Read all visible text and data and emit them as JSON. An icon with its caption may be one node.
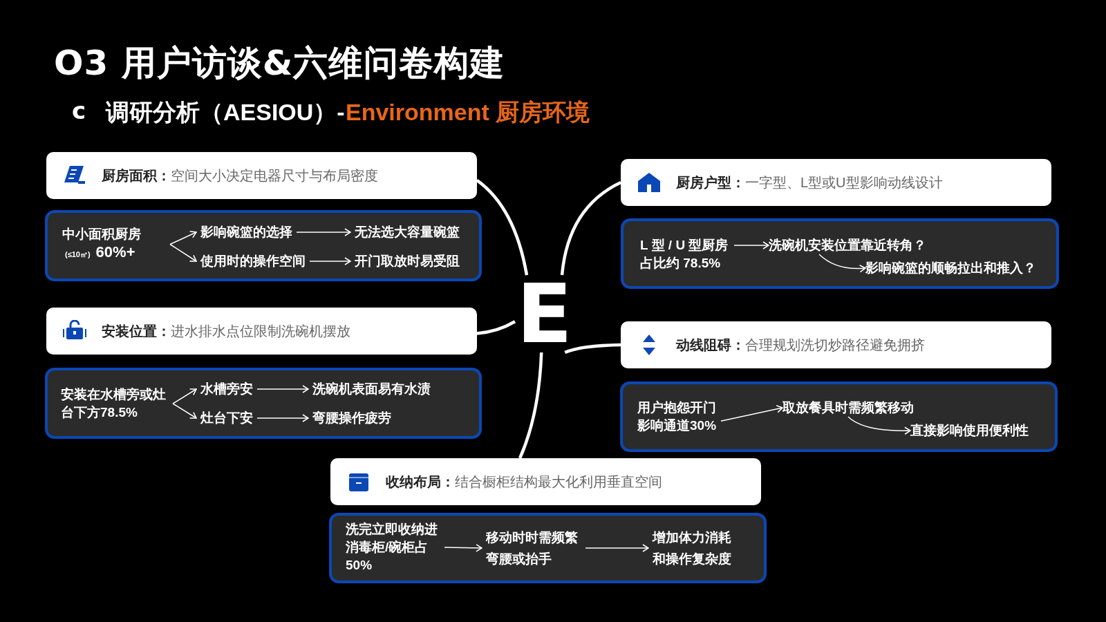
{
  "diagram": {
    "title": "O3 用户访谈&六维问卷构建",
    "labels": [
      "c",
      "调研分析（AESIOU）-",
      "Environment 厨房环境"
    ],
    "nodes": [
      {
        "text": [
          "E"
        ]
      },
      {
        "text": [
          "厨房面积：",
          "空间大小决定电器尺寸与布局密度"
        ]
      },
      {
        "text": [],
        "shape": "box"
      },
      {
        "text": [
          "中小面积厨房",
          "(≤10㎡)",
          "60%+"
        ],
        "in": 2
      },
      {
        "text": [
          "影响碗篮的选择"
        ],
        "in": 2
      },
      {
        "text": [
          "无法选大容量碗篮"
        ],
        "in": 2
      },
      {
        "text": [
          "使用时的操作空间"
        ],
        "in": 2
      },
      {
        "text": [
          "开门取放时易受阻"
        ],
        "in": 2
      },
      {
        "text": [
          "安装位置：",
          "进水排水点位限制洗碗机摆放"
        ]
      },
      {
        "text": [],
        "shape": "box"
      },
      {
        "text": [
          "安装在水槽旁或灶台下方78.5%"
        ],
        "in": 9
      },
      {
        "text": [
          "水槽旁安"
        ],
        "in": 9
      },
      {
        "text": [
          "洗碗机表面易有水渍"
        ],
        "in": 9
      },
      {
        "text": [
          "灶台下安"
        ],
        "in": 9
      },
      {
        "text": [
          "弯腰操作疲劳"
        ],
        "in": 9
      },
      {
        "text": [
          "厨房户型：",
          "一字型、L型或U型影响动线设计"
        ]
      },
      {
        "text": [],
        "shape": "box"
      },
      {
        "text": [
          "L 型 / U 型厨房占比约 78.5%"
        ],
        "in": 16
      },
      {
        "text": [
          "洗碗机安装位置靠近转角？"
        ],
        "in": 16
      },
      {
        "text": [
          "影响碗篮的顺畅拉出和推入？"
        ],
        "in": 16
      },
      {
        "text": [
          "动线阻碍：",
          "合理规划洗切炒路径避免拥挤"
        ]
      },
      {
        "text": [],
        "shape": "box"
      },
      {
        "text": [
          "用户抱怨开门影响通道30%"
        ],
        "in": 21
      },
      {
        "text": [
          "取放餐具时需频繁移动"
        ],
        "in": 21
      },
      {
        "text": [
          "直接影响使用便利性"
        ],
        "in": 21
      },
      {
        "text": [
          "收纳布局：",
          "结合橱柜结构最大化利用垂直空间"
        ]
      },
      {
        "text": [],
        "shape": "box"
      },
      {
        "text": [
          "洗完立即收纳进消毒柜/碗柜占50%"
        ],
        "in": 26
      },
      {
        "text": [
          "移动时时需频繁弯腰或抬手"
        ],
        "in": 26
      },
      {
        "text": [
          "增加体力消耗和操作复杂度"
        ],
        "in": 26
      }
    ],
    "edges": [
      {
        "from": 0,
        "to": 1,
        "arrow": "none",
        "style": "thick"
      },
      {
        "from": 0,
        "to": 8,
        "arrow": "none",
        "style": "thick"
      },
      {
        "from": 0,
        "to": 15,
        "arrow": "none",
        "style": "thick"
      },
      {
        "from": 0,
        "to": 20,
        "arrow": "none",
        "style": "thick"
      },
      {
        "from": 0,
        "to": 25,
        "arrow": "none",
        "style": "thick"
      },
      {
        "from": 3,
        "to": 4,
        "arrow": "to"
      },
      {
        "from": 3,
        "to": 6,
        "arrow": "to"
      },
      {
        "from": 4,
        "to": 5,
        "arrow": "to"
      },
      {
        "from": 6,
        "to": 7,
        "arrow": "to"
      },
      {
        "from": 10,
        "to": 11,
        "arrow": "to"
      },
      {
        "from": 10,
        "to": 13,
        "arrow": "to"
      },
      {
        "from": 11,
        "to": 12,
        "arrow": "to"
      },
      {
        "from": 13,
        "to": 14,
        "arrow": "to"
      },
      {
        "from": 17,
        "to": 18,
        "arrow": "to"
      },
      {
        "from": 18,
        "to": 19,
        "arrow": "to"
      },
      {
        "from": 22,
        "to": 23,
        "arrow": "to"
      },
      {
        "from": 23,
        "to": 24,
        "arrow": "to"
      },
      {
        "from": 27,
        "to": 28,
        "arrow": "to"
      },
      {
        "from": 28,
        "to": 29,
        "arrow": "to"
      }
    ]
  }
}
